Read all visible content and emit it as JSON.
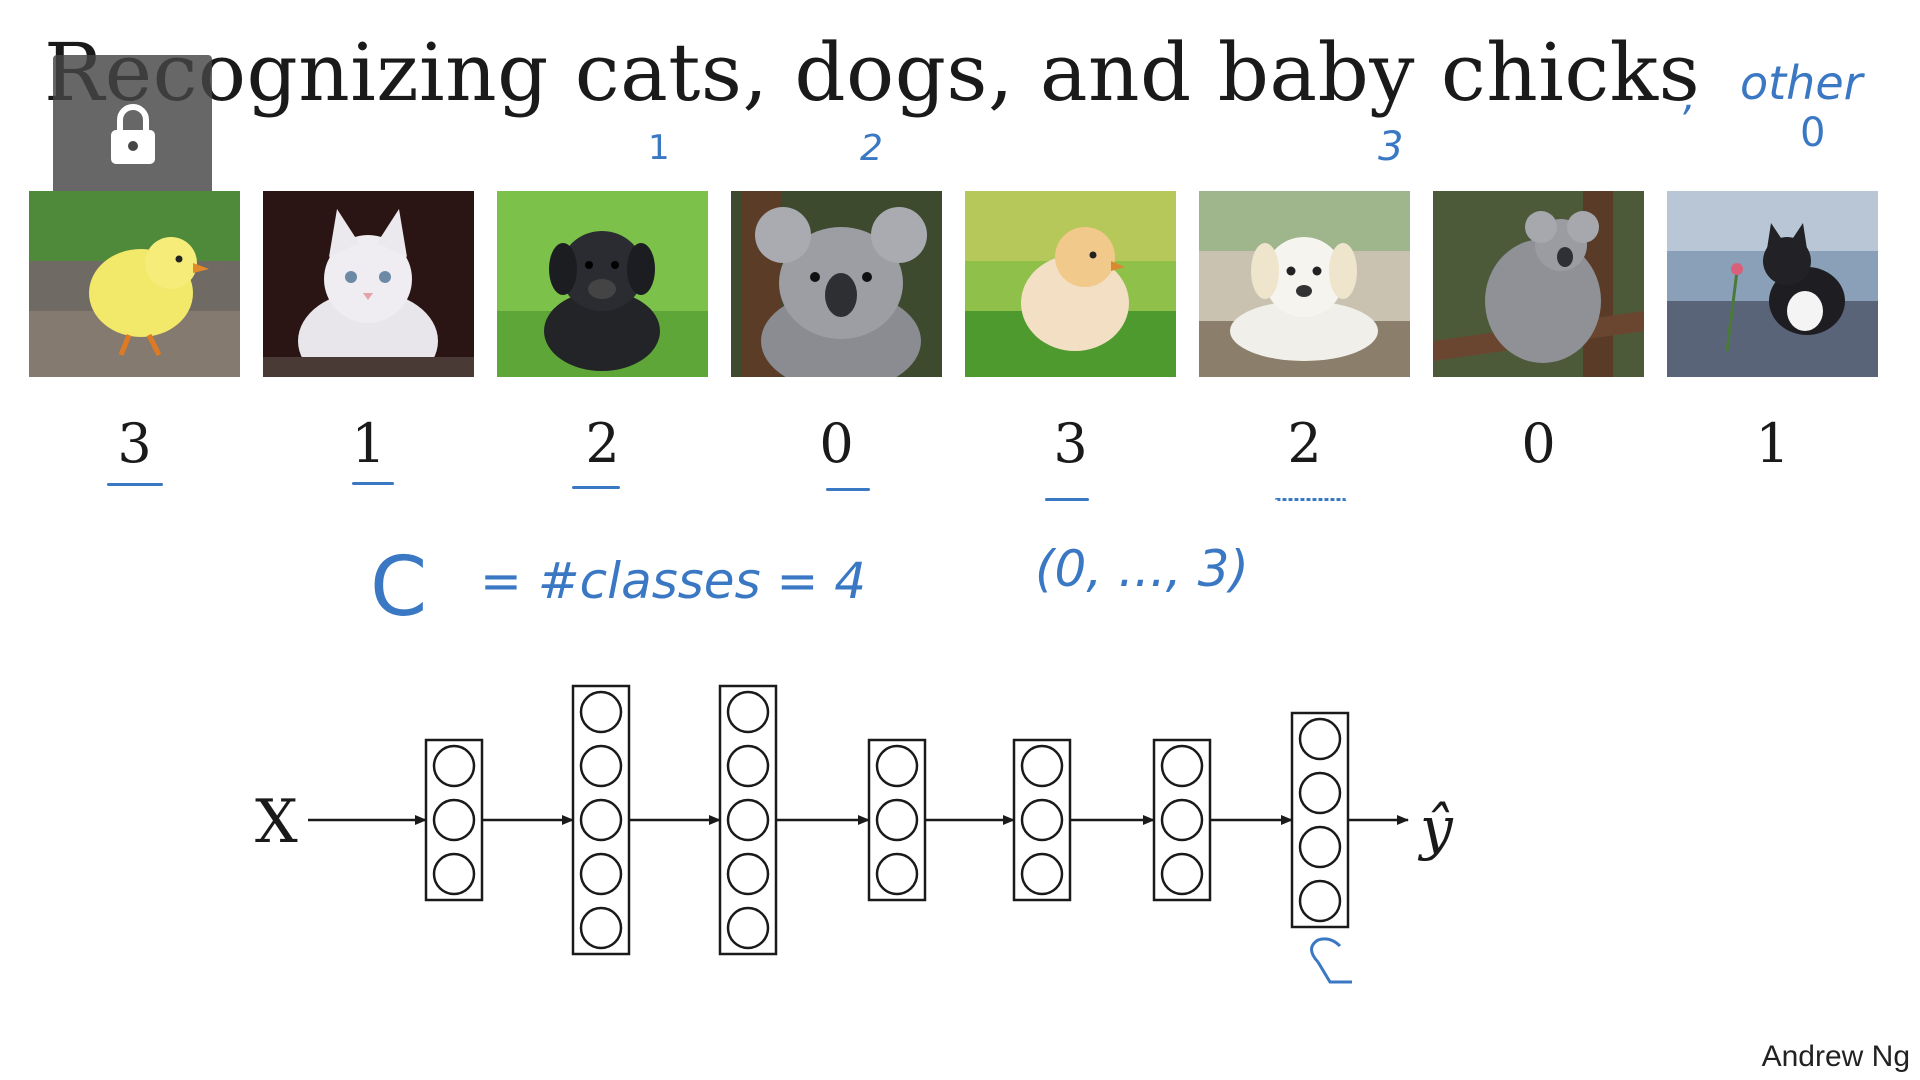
{
  "slide": {
    "title": "Recognizing cats, dogs, and baby chicks",
    "annotations": {
      "other_comma": ",",
      "other_word": "other",
      "other_value": "0",
      "cat_index": "1",
      "dog_index": "2",
      "chick_index": "3",
      "c_letter": "C",
      "c_equals": "= #classes = 4",
      "range": "(0, ..., 3)"
    },
    "images": [
      {
        "subject": "baby chick",
        "label": "3"
      },
      {
        "subject": "kitten",
        "label": "1"
      },
      {
        "subject": "puppy",
        "label": "2"
      },
      {
        "subject": "koala",
        "label": "0"
      },
      {
        "subject": "baby chick",
        "label": "3"
      },
      {
        "subject": "puppy",
        "label": "2"
      },
      {
        "subject": "koala",
        "label": "0"
      },
      {
        "subject": "kitten",
        "label": "1"
      }
    ],
    "network": {
      "input_label": "X",
      "output_label": "ŷ",
      "layer_units": [
        3,
        5,
        5,
        3,
        3,
        3,
        4
      ]
    },
    "footer": "Andrew Ng"
  },
  "colors": {
    "ink": "#1a1a1a",
    "pen": "#3a78c4",
    "overlay": "#464646"
  },
  "icons": {
    "lock": "lock-icon"
  }
}
